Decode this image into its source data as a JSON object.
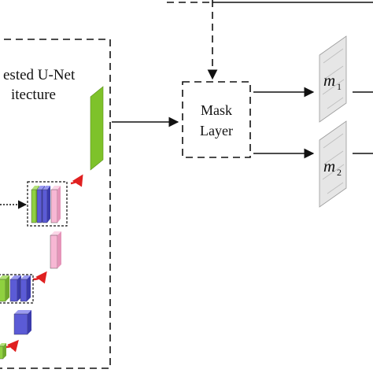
{
  "diagram": {
    "left_panel": {
      "title_line1": "ested U-Net",
      "title_line2": "itecture"
    },
    "mask_layer": {
      "line1": "Mask",
      "line2": "Layer"
    },
    "outputs": [
      {
        "symbol": "m",
        "subscript": "1"
      },
      {
        "symbol": "m",
        "subscript": "2"
      }
    ],
    "colors": {
      "green": "#8fd13f",
      "lime": "#7ec22a",
      "indigo": "#5b5bd6",
      "pink": "#f7b7d4",
      "red_arrow": "#e02020",
      "line": "#111111"
    }
  }
}
